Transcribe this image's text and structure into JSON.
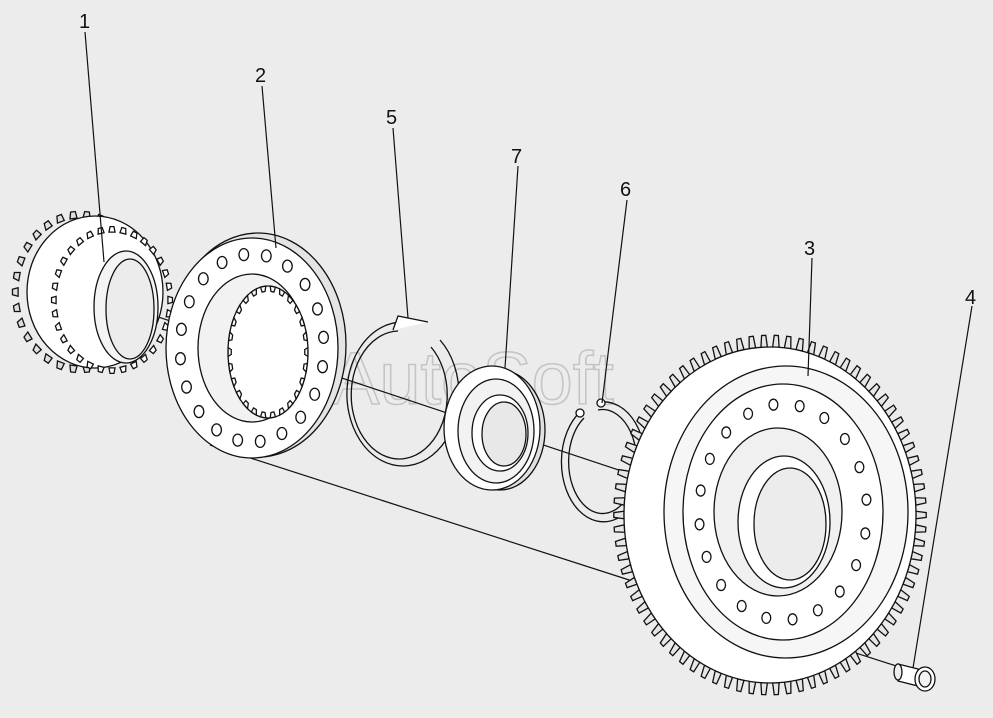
{
  "callouts": [
    {
      "id": "1",
      "text": "1"
    },
    {
      "id": "2",
      "text": "2"
    },
    {
      "id": "5",
      "text": "5"
    },
    {
      "id": "7",
      "text": "7"
    },
    {
      "id": "6",
      "text": "6"
    },
    {
      "id": "3",
      "text": "3"
    },
    {
      "id": "4",
      "text": "4"
    }
  ],
  "watermark": "AutoSoft",
  "colors": {
    "background": "#ececec",
    "part_fill": "#ffffff",
    "part_shadow": "#dcdcdc",
    "outline": "#111111",
    "watermark": "#b9b9b9"
  }
}
